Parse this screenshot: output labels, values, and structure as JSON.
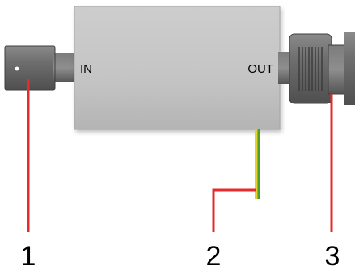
{
  "device": {
    "input_label": "IN",
    "output_label": "OUT"
  },
  "callouts": {
    "input": "1",
    "ground": "2",
    "output": "3"
  },
  "colors": {
    "body_fill": "#c4c4c4",
    "body_edge": "#a6a6a6",
    "connector": "#6f6f6f",
    "connector_dark": "#4a4a4a",
    "leader_line": "#e52b2b",
    "wire_yellow": "#e3d028",
    "wire_green": "#4b9e2f",
    "text": "#000000"
  }
}
